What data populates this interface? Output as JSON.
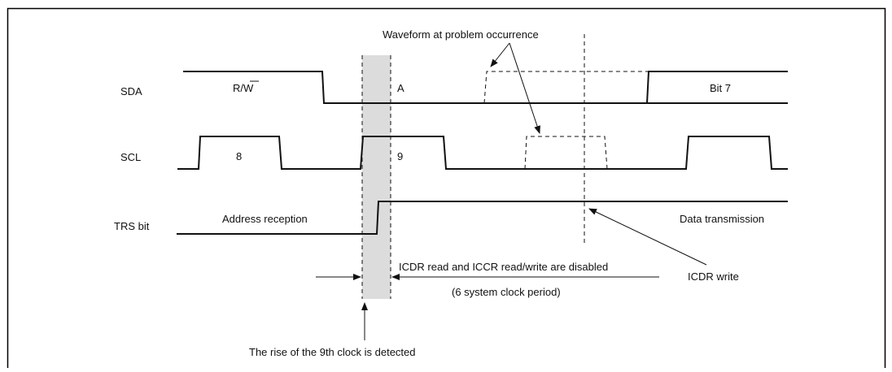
{
  "signals": {
    "sda": "SDA",
    "scl": "SCL",
    "trs": "TRS bit"
  },
  "sda_labels": {
    "rw_prefix": "R/",
    "rw_overbar": "W",
    "ack": "A",
    "bit7": "Bit 7"
  },
  "scl_labels": {
    "clock8": "8",
    "clock9": "9"
  },
  "trs_labels": {
    "left": "Address reception",
    "right": "Data transmission"
  },
  "annotations": {
    "waveform_problem": "Waveform at problem occurrence",
    "disabled": "ICDR read and ICCR read/write are disabled",
    "clock_period": "(6 system clock period)",
    "icdr_write": "ICDR write",
    "rise_detected": "The rise of the 9th clock is detected"
  },
  "colors": {
    "line": "#111111",
    "shade": "#dcdcdc",
    "border": "#000000"
  }
}
